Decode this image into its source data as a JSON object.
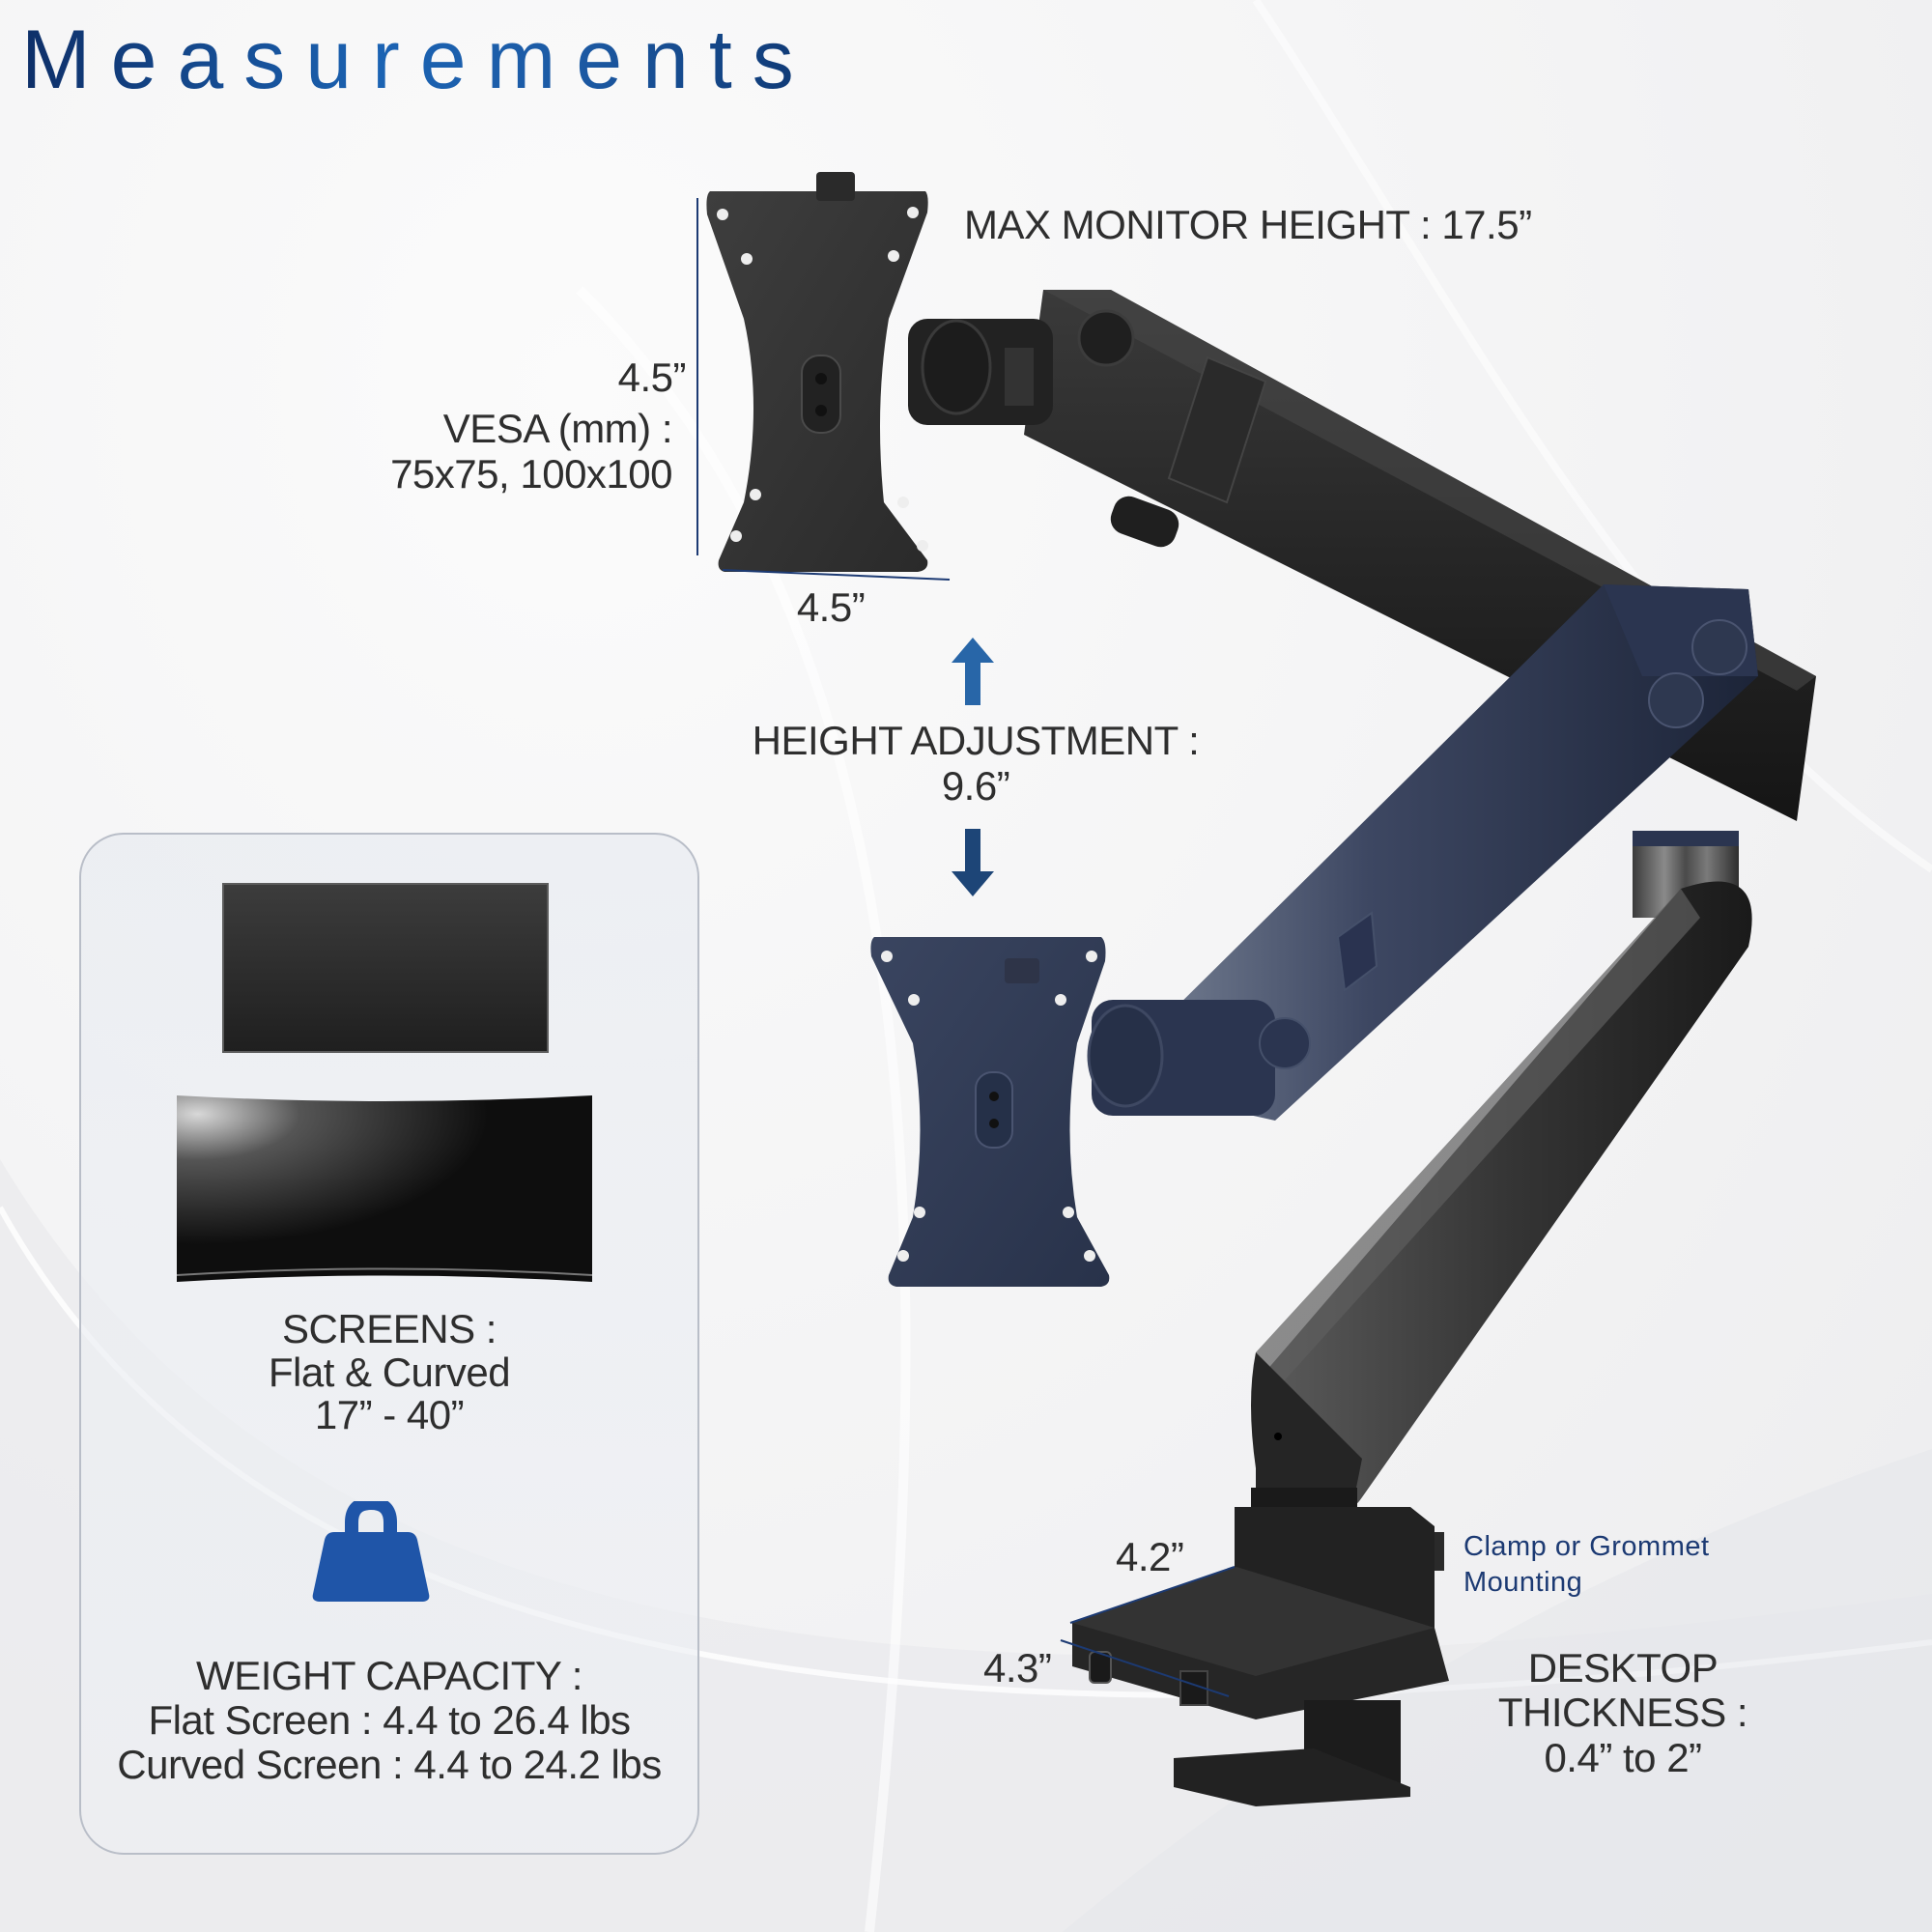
{
  "title": "Measurements",
  "colors": {
    "title_start": "#0e2f68",
    "title_mid": "#1b63b3",
    "arrow_up": "#2866a8",
    "arrow_down": "#1d4577",
    "dimension_line": "#1c3a73",
    "navy_arm": "#2a3550",
    "black_arm": "#1e1e1e",
    "weight_icon": "#1f55a8"
  },
  "top_monitor": {
    "max_height_label": "MAX MONITOR HEIGHT :",
    "max_height_value": "17.5”",
    "vesa_height": "4.5”",
    "vesa_width": "4.5”",
    "vesa_label": "VESA (mm) :",
    "vesa_values": "75x75, 100x100"
  },
  "height_adjustment": {
    "label": "HEIGHT ADJUSTMENT :",
    "value": "9.6”",
    "up_icon": "arrow-up-icon",
    "down_icon": "arrow-down-icon"
  },
  "screens_panel": {
    "screens_label": "SCREENS :",
    "screens_type": "Flat & Curved",
    "screens_range": "17” - 40”",
    "weight_icon": "weight-icon",
    "weight_label": "WEIGHT CAPACITY :",
    "flat_screen": "Flat Screen : 4.4 to 26.4 lbs",
    "curved_screen": "Curved Screen : 4.4 to 24.2 lbs"
  },
  "base": {
    "depth": "4.2”",
    "width": "4.3”",
    "mounting_line1": "Clamp or Grommet",
    "mounting_line2": "Mounting",
    "desktop_line1": "DESKTOP",
    "desktop_line2": "THICKNESS :",
    "desktop_value": "0.4” to 2”"
  }
}
